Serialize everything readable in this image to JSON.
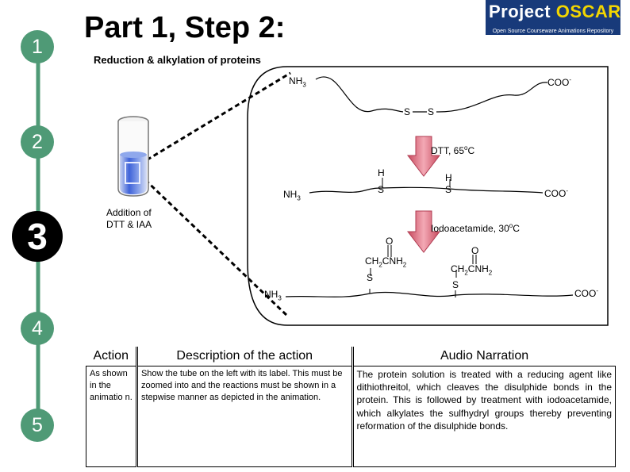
{
  "header": {
    "title": "Part 1, Step 2:",
    "subtitle": "Reduction & alkylation of proteins",
    "logo_main": "Project",
    "logo_accent": "OSCAR",
    "logo_sub": "Open Source Courseware Animations Repository"
  },
  "steps": [
    {
      "number": "1"
    },
    {
      "number": "2"
    },
    {
      "number": "3"
    },
    {
      "number": "4"
    },
    {
      "number": "5"
    }
  ],
  "tube_label": [
    "Addition of",
    "DTT & IAA"
  ],
  "diagram": {
    "nh3": "NH",
    "nh3_sub": "3",
    "coo": "COO",
    "coo_sup": "-",
    "s": "S",
    "h": "H",
    "o": "O",
    "ch2": "CH",
    "ch2_sub": "2",
    "cnh": "CNH",
    "cnh_sub": "2",
    "dtt_condition": "DTT, 65",
    "dtt_deg": "o",
    "dtt_unit": "C",
    "iaa_condition": "Iodoacetamide, 30",
    "iaa_deg": "o",
    "iaa_unit": "C"
  },
  "table": {
    "headers": {
      "action": "Action",
      "description": "Description of the action",
      "audio": "Audio Narration"
    },
    "action": "As shown in the animatio n.",
    "description": "Show the tube on the left with its label. This must be zoomed into and the  reactions must be shown in a stepwise manner as depicted in the animation.",
    "audio": "The protein solution is treated with a reducing agent like dithiothreitol, which cleaves the disulphide bonds in the protein. This is followed by treatment with iodoacetamide, which alkylates the sulfhydryl groups thereby preventing reformation of the disulphide bonds."
  }
}
